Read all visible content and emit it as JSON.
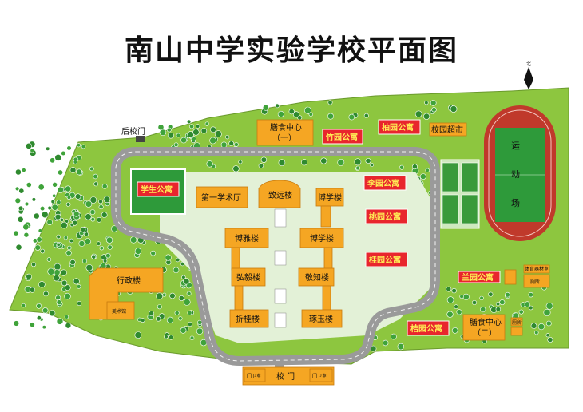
{
  "title": "南山中学实验学校平面图",
  "north": "北",
  "back_gate": "后校门",
  "gate": {
    "guard_left": "门卫室",
    "main": "校 门",
    "guard_right": "门卫室"
  },
  "buildings": {
    "shanshi1_a": "膳食中心",
    "shanshi1_b": "（一）",
    "zhuyuan": "竹园公寓",
    "youyuan": "柚园公寓",
    "chaoshi": "校园超市",
    "xuesheng": "学生公寓",
    "xuetang": "第一学术厅",
    "zhiyuan": "致远楼",
    "boxue_top": "博学楼",
    "liyuan": "李园公寓",
    "taoyuan": "桃园公寓",
    "guiyuan": "桂园公寓",
    "boya": "博雅楼",
    "boxue2": "博学楼",
    "hongyi": "弘毅楼",
    "jingzhi": "敬知楼",
    "zhegui": "折桂楼",
    "zhuoyu": "琢玉楼",
    "xingzheng": "行政楼",
    "meishuguan": "美术馆",
    "lanyuan": "兰园公寓",
    "juyuan": "桔园公寓",
    "shanshi2_a": "膳食中心",
    "shanshi2_b": "（二）",
    "cesuo": "厕所",
    "small1": "体育器材室",
    "small2": "厕所"
  },
  "track": [
    "运",
    "动",
    "场"
  ],
  "colors": {
    "grass": "#8dc63f",
    "building": "#f5a623",
    "dorm": "#e8262d",
    "road": "#9a9a9a",
    "track": "#c0392b",
    "field": "#2e9a3a"
  }
}
